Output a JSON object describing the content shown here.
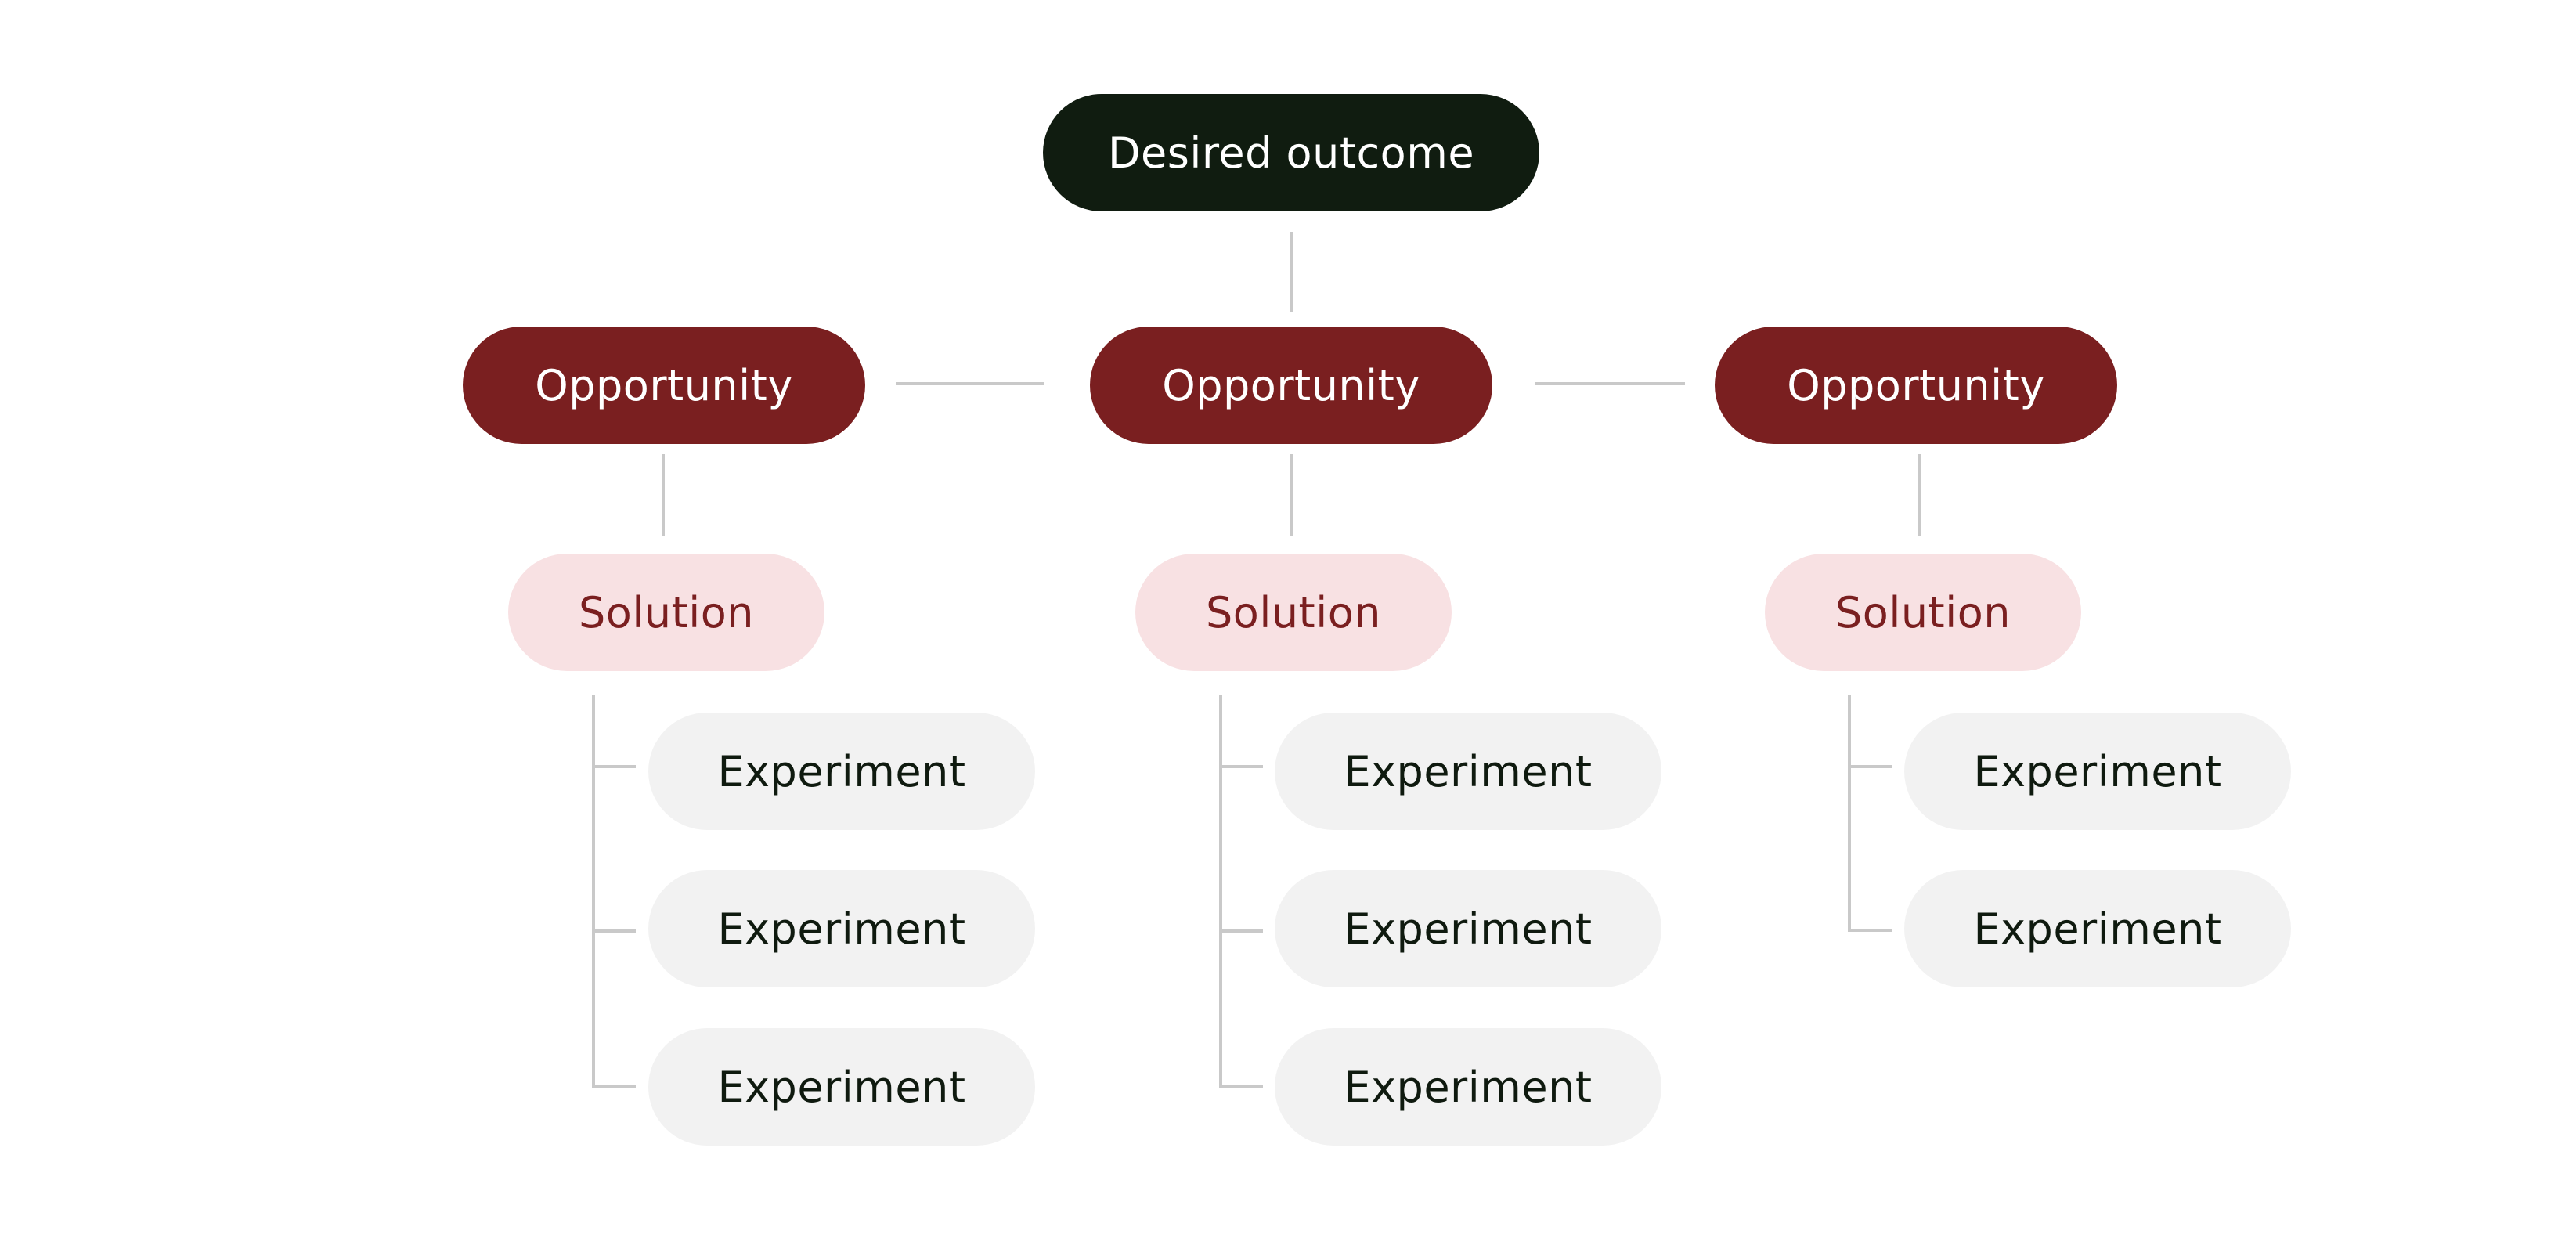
{
  "diagram": {
    "type": "opportunity-solution-tree",
    "colors": {
      "outcome_bg": "#101c10",
      "opportunity_bg": "#7a1f20",
      "solution_bg": "#f8e1e3",
      "solution_text": "#7a1f20",
      "experiment_bg": "#f2f2f2",
      "connector": "#c9c9c9"
    },
    "outcome": {
      "label": "Desired outcome"
    },
    "branches": [
      {
        "opportunity": "Opportunity",
        "solution": "Solution",
        "experiments": [
          "Experiment",
          "Experiment",
          "Experiment"
        ]
      },
      {
        "opportunity": "Opportunity",
        "solution": "Solution",
        "experiments": [
          "Experiment",
          "Experiment",
          "Experiment"
        ]
      },
      {
        "opportunity": "Opportunity",
        "solution": "Solution",
        "experiments": [
          "Experiment",
          "Experiment"
        ]
      }
    ]
  }
}
